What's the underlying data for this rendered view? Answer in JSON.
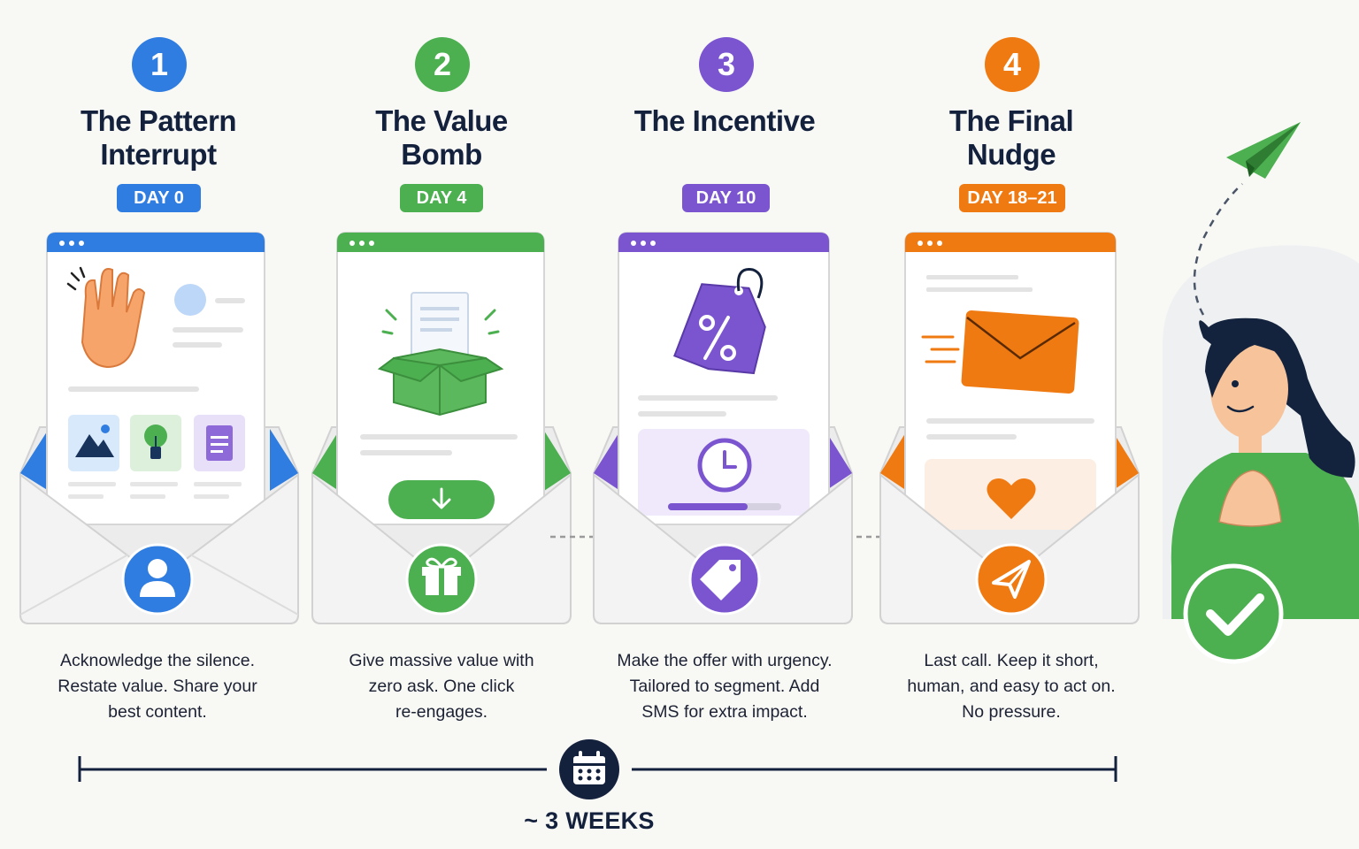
{
  "colors": {
    "blue": "#2f7de1",
    "green": "#4caf50",
    "purple": "#7a55cf",
    "orange": "#f07a12",
    "navy": "#14213d"
  },
  "steps": [
    {
      "number": "1",
      "title_lines": [
        "The Pattern",
        "Interrupt"
      ],
      "day": "DAY 0",
      "description_lines": [
        "Acknowledge the silence.",
        "Restate value. Share your",
        "best content."
      ],
      "icons": [
        "waving-hand-icon",
        "image-icon",
        "lightbulb-icon",
        "document-icon",
        "user-icon"
      ]
    },
    {
      "number": "2",
      "title_lines": [
        "The Value",
        "Bomb"
      ],
      "day": "DAY 4",
      "description_lines": [
        "Give massive value with",
        "zero ask. One click",
        "re-engages."
      ],
      "icons": [
        "open-box-icon",
        "download-icon",
        "gift-icon"
      ]
    },
    {
      "number": "3",
      "title_lines": [
        "The Incentive"
      ],
      "day": "DAY 10",
      "description_lines": [
        "Make the offer with urgency.",
        "Tailored to segment. Add",
        "SMS for extra impact."
      ],
      "icons": [
        "discount-tag-icon",
        "clock-icon",
        "tag-icon"
      ]
    },
    {
      "number": "4",
      "title_lines": [
        "The Final",
        "Nudge"
      ],
      "day": "DAY 18–21",
      "description_lines": [
        "Last call. Keep it short,",
        "human, and easy to act on.",
        "No pressure."
      ],
      "icons": [
        "envelope-icon",
        "heart-icon",
        "paper-plane-icon"
      ]
    }
  ],
  "timeline": {
    "label": "~ 3 WEEKS",
    "icon": "calendar-icon"
  },
  "decorations": [
    "paper-plane-icon",
    "woman-illustration",
    "checkmark-icon"
  ]
}
